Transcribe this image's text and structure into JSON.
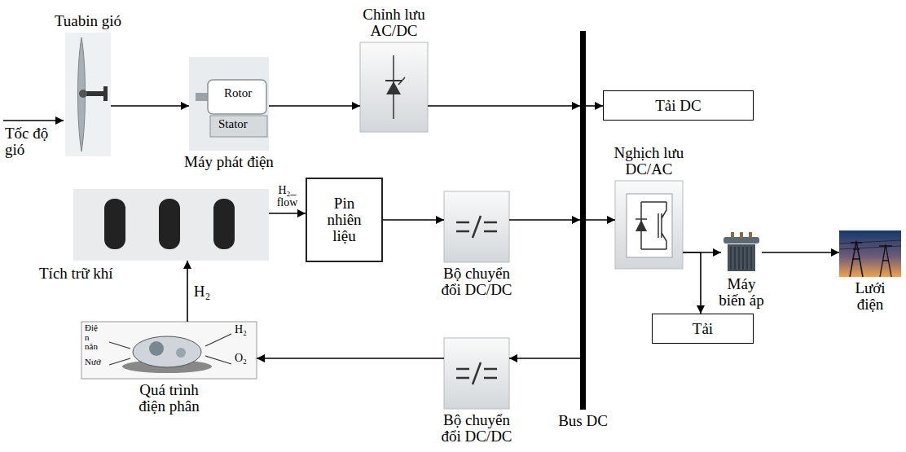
{
  "diagram": {
    "nodes": [
      {
        "text": [
          "Tuabin gió"
        ]
      },
      {
        "text": [
          "Rotor",
          "Stator",
          "Máy phát điện"
        ]
      },
      {
        "text": [
          "Chỉnh lưu AC/DC"
        ]
      },
      {
        "text": [
          "Tải DC"
        ]
      },
      {
        "text": [
          "Tích trữ khí"
        ]
      },
      {
        "text": [
          "Pin nhiên liệu"
        ]
      },
      {
        "text": [
          "Bộ chuyển đổi DC/DC"
        ]
      },
      {
        "text": [
          "Nghịch lưu DC/AC"
        ]
      },
      {
        "text": [
          "Máy biến áp"
        ]
      },
      {
        "text": [
          "Lưới điện"
        ]
      },
      {
        "text": [
          "Tải"
        ]
      },
      {
        "text": [
          "Bộ chuyển đổi DC/DC"
        ]
      },
      {
        "text": [
          "Điệ n năn",
          "Nướ",
          "H₂",
          "O₂",
          "Quá trình điện phân"
        ]
      },
      {
        "text": [
          "Bus DC"
        ]
      }
    ],
    "edges": [
      {
        "from": 0,
        "to": 1,
        "arrow": "to"
      },
      {
        "from": 1,
        "to": 2,
        "arrow": "to"
      },
      {
        "from": 2,
        "to": 13,
        "arrow": "to"
      },
      {
        "from": 13,
        "to": 3,
        "arrow": "to"
      },
      {
        "from": 4,
        "to": 5,
        "arrow": "to",
        "label": "H₂_ flow"
      },
      {
        "from": 5,
        "to": 6,
        "arrow": "to"
      },
      {
        "from": 6,
        "to": 13,
        "arrow": "to"
      },
      {
        "from": 13,
        "to": 7,
        "arrow": "to"
      },
      {
        "from": 7,
        "to": 8,
        "arrow": "to"
      },
      {
        "from": 8,
        "to": 9,
        "arrow": "to"
      },
      {
        "from": 7,
        "to": 10,
        "arrow": "to"
      },
      {
        "from": 13,
        "to": 11,
        "arrow": "to"
      },
      {
        "from": 11,
        "to": 12,
        "arrow": "to"
      },
      {
        "from": 12,
        "to": 4,
        "arrow": "to",
        "label": "H₂"
      }
    ],
    "labels": [
      "Tốc độ gió"
    ]
  }
}
